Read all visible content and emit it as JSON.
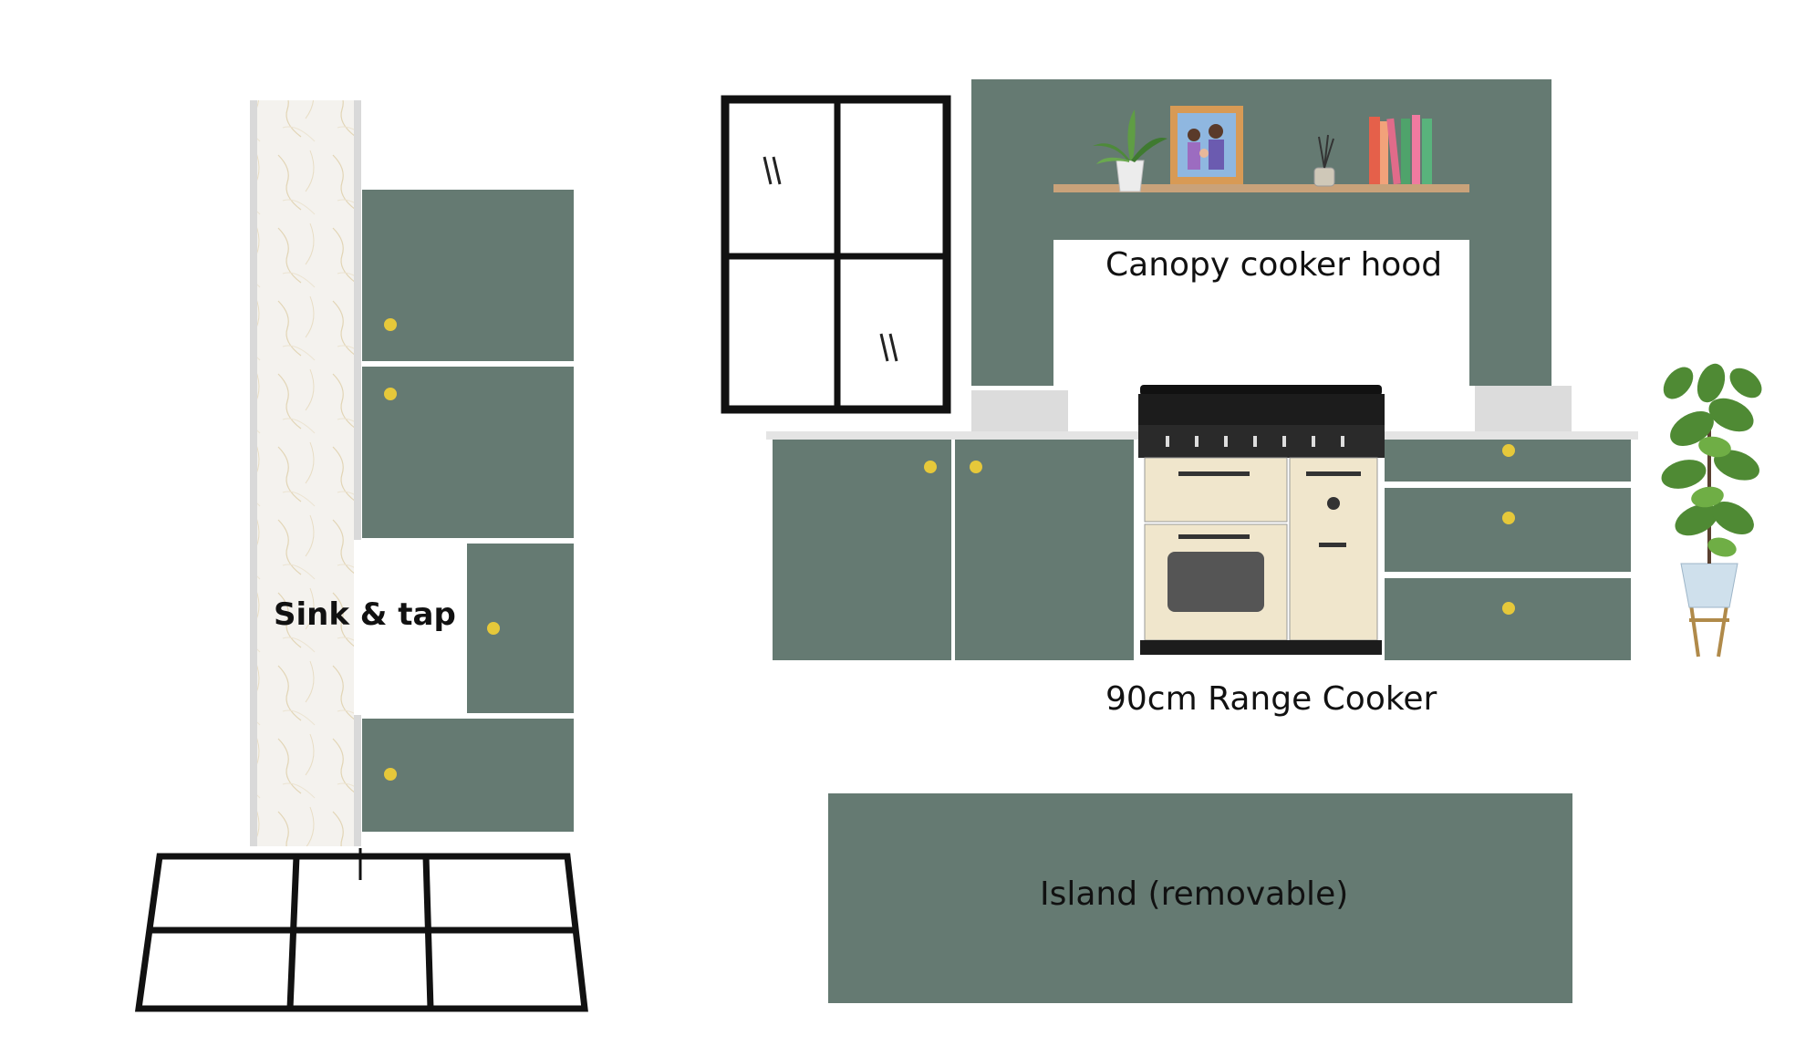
{
  "labels": {
    "canopy_hood": "Canopy cooker hood",
    "range_cooker": "90cm Range Cooker",
    "island": "Island (removable)",
    "sink_tap": "Sink & tap"
  },
  "colors": {
    "cabinet": "#657a72",
    "knob": "#e6c83a",
    "frame": "#1a1a1a",
    "worktop": "#e4e4e4",
    "shelf": "#c9a27a",
    "cooker_cream": "#f0e6cc",
    "cooker_black": "#1c1c1c",
    "marble": "#f3f1ec"
  },
  "icons": {
    "window": "window-icon",
    "plant_small": "potted-plant-icon",
    "plant_large": "fiddle-leaf-fig-icon",
    "photo_frame": "photo-frame-icon",
    "books": "books-icon",
    "diffuser": "reed-diffuser-icon"
  }
}
